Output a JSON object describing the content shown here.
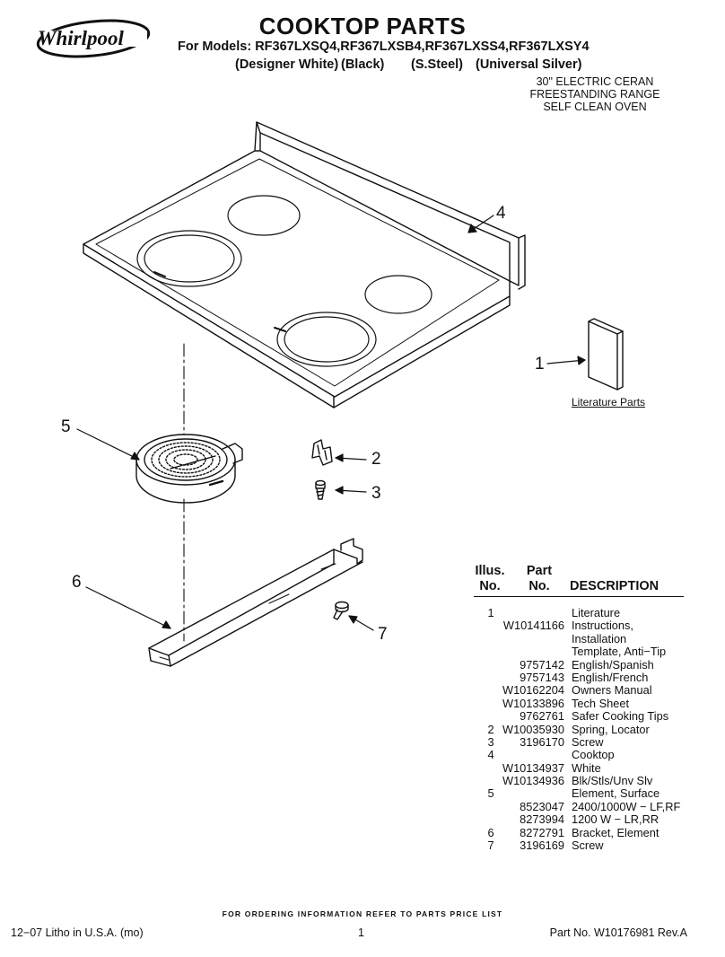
{
  "brand": "Whirlpool",
  "title": "COOKTOP PARTS",
  "models_line": "For Models: RF367LXSQ4,RF367LXSB4,RF367LXSS4,RF367LXSY4",
  "color_captions": [
    "(Designer White)",
    "(Black)",
    "(S.Steel)",
    "(Universal Silver)"
  ],
  "range_desc": [
    "30\" ELECTRIC CERAN",
    "FREESTANDING RANGE",
    "SELF CLEAN OVEN"
  ],
  "callouts": [
    "4",
    "1",
    "5",
    "2",
    "3",
    "6",
    "7"
  ],
  "literature_label": "Literature Parts",
  "table_header": {
    "illus": [
      "Illus.",
      "No."
    ],
    "part": [
      "Part",
      "No."
    ],
    "description": "DESCRIPTION"
  },
  "parts": [
    {
      "illus": "1",
      "part": "",
      "desc": "Literature"
    },
    {
      "illus": "",
      "part": "W10141166",
      "desc": "Instructions,"
    },
    {
      "illus": "",
      "part": "",
      "desc": "Installation"
    },
    {
      "illus": "",
      "part": "",
      "desc": "Template, Anti−Tip"
    },
    {
      "illus": "",
      "part": "9757142",
      "desc": "English/Spanish"
    },
    {
      "illus": "",
      "part": "9757143",
      "desc": "English/French"
    },
    {
      "illus": "",
      "part": "W10162204",
      "desc": "Owners Manual"
    },
    {
      "illus": "",
      "part": "W10133896",
      "desc": "Tech Sheet"
    },
    {
      "illus": "",
      "part": "9762761",
      "desc": "Safer Cooking Tips"
    },
    {
      "illus": "2",
      "part": "W10035930",
      "desc": "Spring, Locator"
    },
    {
      "illus": "3",
      "part": "3196170",
      "desc": "Screw"
    },
    {
      "illus": "4",
      "part": "",
      "desc": "Cooktop"
    },
    {
      "illus": "",
      "part": "W10134937",
      "desc": "White"
    },
    {
      "illus": "",
      "part": "W10134936",
      "desc": "Blk/Stls/Unv Slv"
    },
    {
      "illus": "5",
      "part": "",
      "desc": "Element, Surface"
    },
    {
      "illus": "",
      "part": "8523047",
      "desc": "2400/1000W − LF,RF"
    },
    {
      "illus": "",
      "part": "8273994",
      "desc": "1200 W − LR,RR"
    },
    {
      "illus": "6",
      "part": "8272791",
      "desc": "Bracket, Element"
    },
    {
      "illus": "7",
      "part": "3196169",
      "desc": "Screw"
    }
  ],
  "footer_note": "FOR ORDERING INFORMATION REFER TO PARTS PRICE LIST",
  "litho": "12−07 Litho in U.S.A. (mo)",
  "page_number": "1",
  "doc_part_no": "Part No. W10176981 Rev.A"
}
